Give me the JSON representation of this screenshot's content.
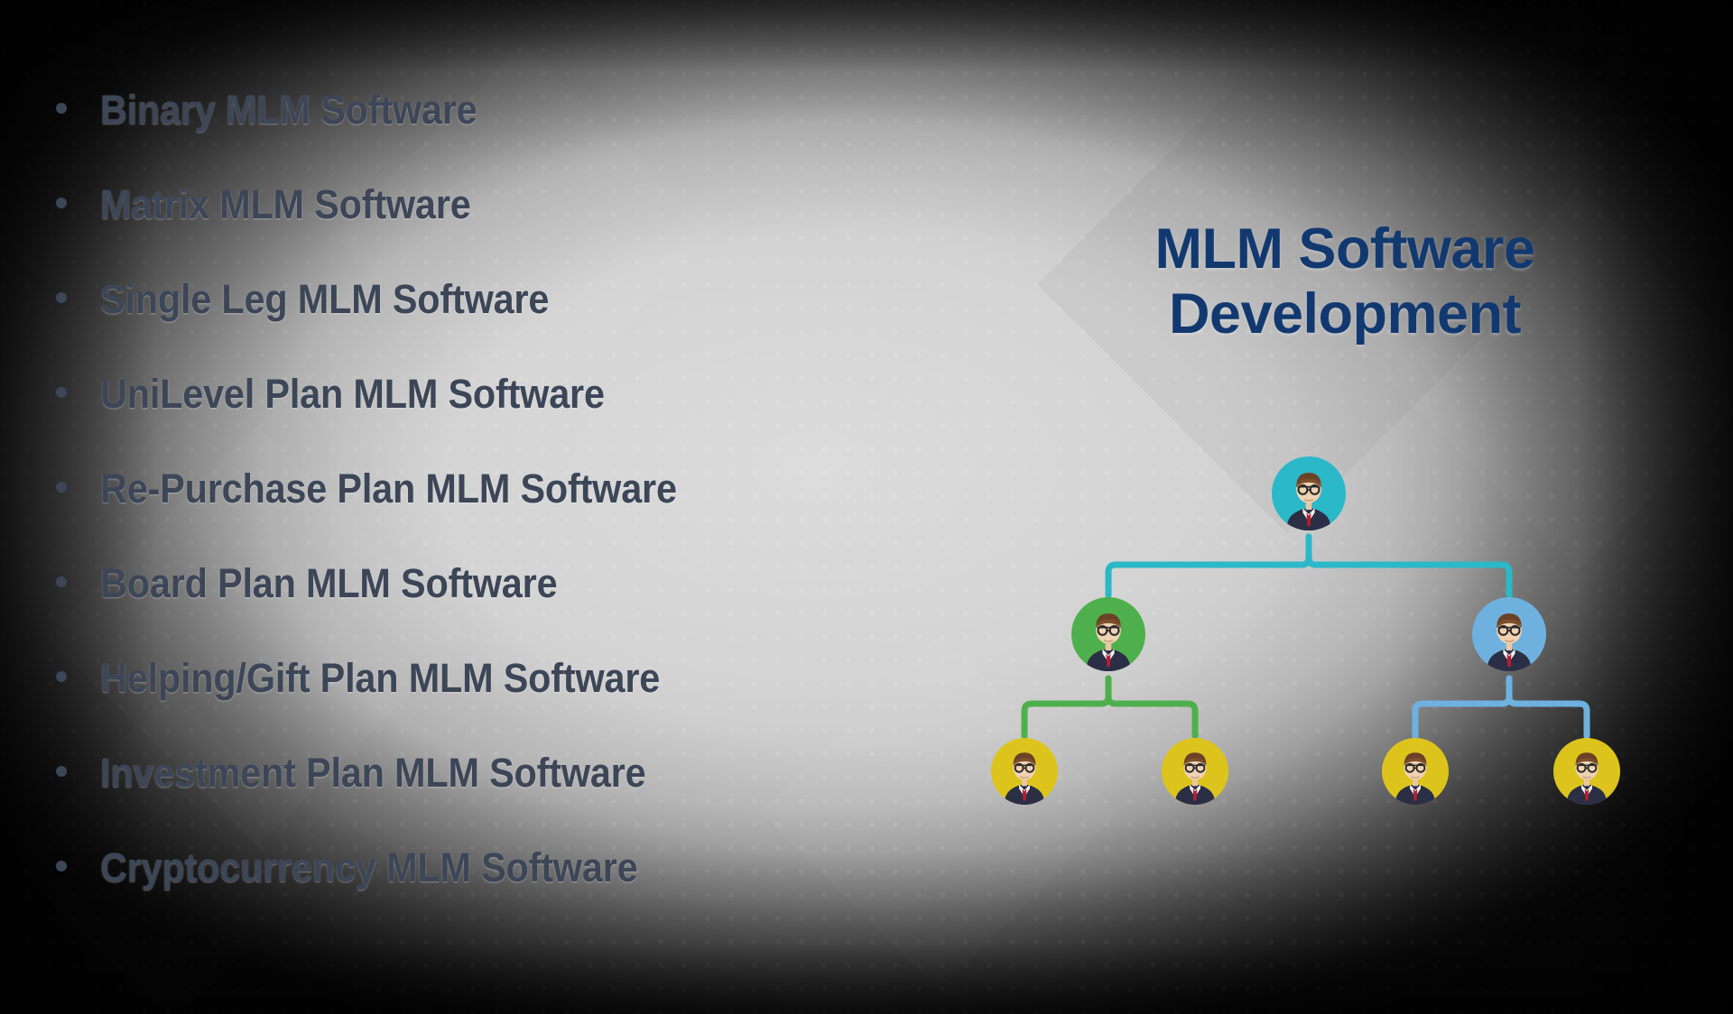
{
  "slide": {
    "background_base_color": "#d2d2d2",
    "vignette_color": "#000000"
  },
  "features": {
    "bullet_color": "#3c4657",
    "text_color": "#3c4657",
    "items": [
      "Binary MLM Software",
      "Matrix MLM Software",
      "Single Leg MLM Software",
      "UniLevel Plan MLM Software",
      "Re-Purchase Plan MLM Software",
      "Board Plan MLM Software",
      "Helping/Gift Plan MLM Software",
      "Investment Plan MLM Software",
      "Cryptocurrency MLM Software"
    ]
  },
  "heading": {
    "line1": "MLM Software",
    "line2": "Development",
    "color": "#12396f"
  },
  "chart_data": {
    "type": "diagram",
    "title": "MLM Software Development",
    "structure": "binary-tree",
    "levels": 3,
    "nodes": [
      {
        "id": "root",
        "level": 0,
        "color": "#2bb8c8",
        "icon": "person-avatar-icon",
        "label": ""
      },
      {
        "id": "left",
        "level": 1,
        "parent": "root",
        "color": "#4eb04c",
        "icon": "person-avatar-icon",
        "label": ""
      },
      {
        "id": "right",
        "level": 1,
        "parent": "root",
        "color": "#6fb1de",
        "icon": "person-avatar-icon",
        "label": ""
      },
      {
        "id": "leaf-1",
        "level": 2,
        "parent": "left",
        "color": "#dcc41c",
        "ring_color": "#b9bcbd",
        "icon": "person-avatar-icon",
        "label": ""
      },
      {
        "id": "leaf-2",
        "level": 2,
        "parent": "left",
        "color": "#dcc41c",
        "ring_color": "#b9bcbd",
        "icon": "person-avatar-icon",
        "label": ""
      },
      {
        "id": "leaf-3",
        "level": 2,
        "parent": "right",
        "color": "#dcc41c",
        "ring_color": "#b9bcbd",
        "icon": "person-avatar-icon",
        "label": ""
      },
      {
        "id": "leaf-4",
        "level": 2,
        "parent": "right",
        "color": "#dcc41c",
        "ring_color": "#b9bcbd",
        "icon": "person-avatar-icon",
        "label": ""
      }
    ],
    "connectors": [
      {
        "from": "root",
        "to": [
          "left",
          "right"
        ],
        "color": "#2bb8c8"
      },
      {
        "from": "left",
        "to": [
          "leaf-1",
          "leaf-2"
        ],
        "color": "#4eb04c"
      },
      {
        "from": "right",
        "to": [
          "leaf-3",
          "leaf-4"
        ],
        "color": "#6fb1de"
      }
    ]
  }
}
